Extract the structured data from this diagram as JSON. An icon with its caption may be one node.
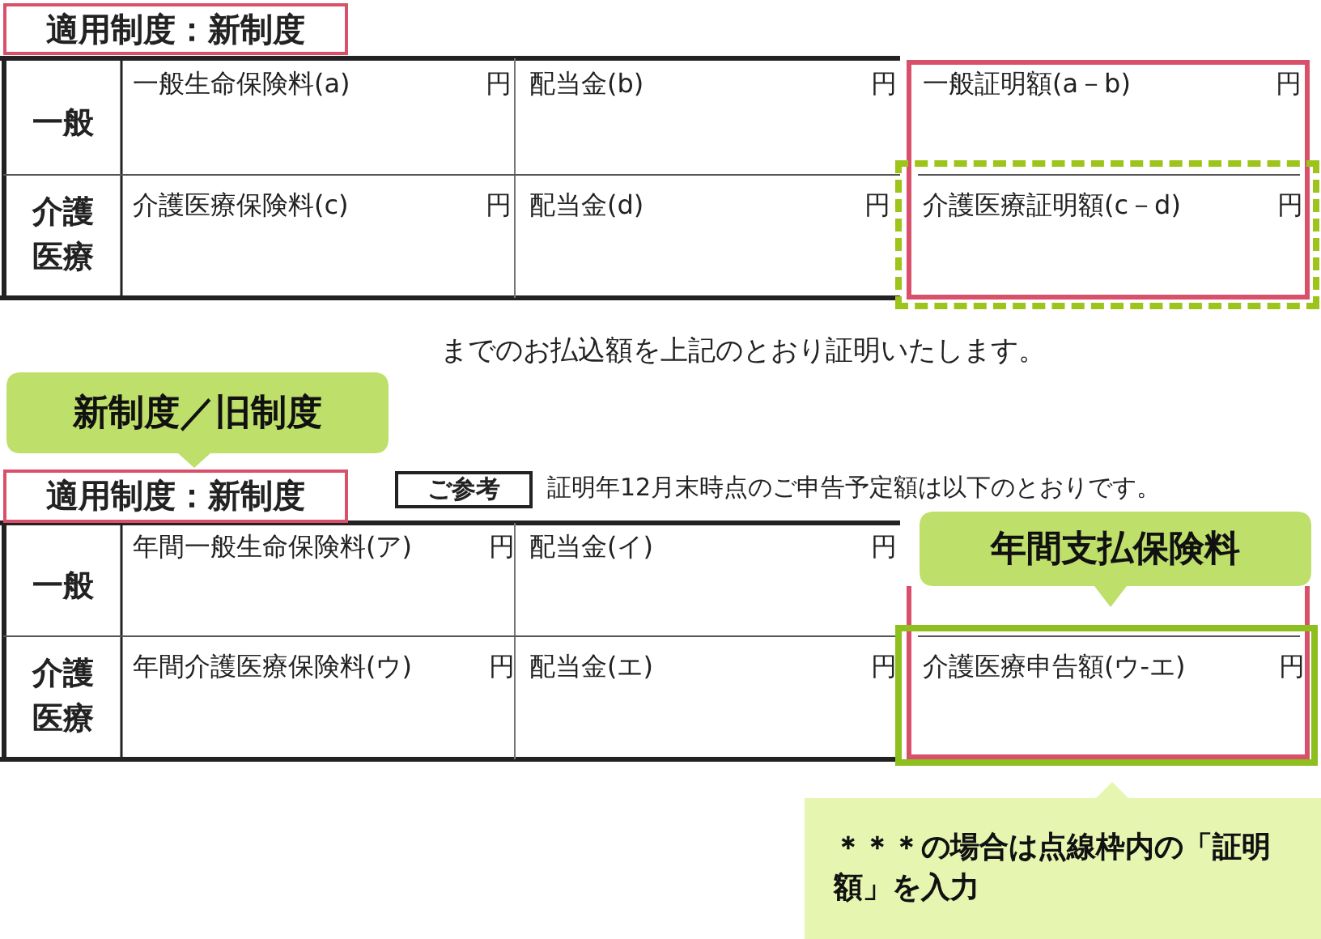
{
  "diagram": {
    "nodes": [
      {
        "text": [
          "適用制度：新制度"
        ]
      },
      {
        "text": [
          "新制度／旧制度"
        ]
      },
      {
        "text": [
          "適用制度：新制度"
        ]
      },
      {
        "text": [
          "ご参考"
        ]
      },
      {
        "text": [
          "年間支払保険料"
        ]
      },
      {
        "text": [
          "＊＊＊の場合は点線枠内の「証明額」を入力"
        ]
      }
    ],
    "labels": [
      "一般",
      "一般生命保険料(a)",
      "円",
      "配当金(b)",
      "円",
      "一般証明額(a－b)",
      "円",
      "介護医療",
      "介護医療保険料(c)",
      "円",
      "配当金(d)",
      "円",
      "介護医療証明額(c－d)",
      "円",
      "までのお払込額を上記のとおり証明いたします。",
      "証明年12月末時点のご申告予定額は以下のとおりです。",
      "一般",
      "年間一般生命保険料(ア)",
      "円",
      "配当金(イ)",
      "円",
      "介護医療",
      "年間介護医療保険料(ウ)",
      "円",
      "配当金(エ)",
      "円",
      "介護医療申告額(ウ-エ)",
      "円"
    ]
  }
}
